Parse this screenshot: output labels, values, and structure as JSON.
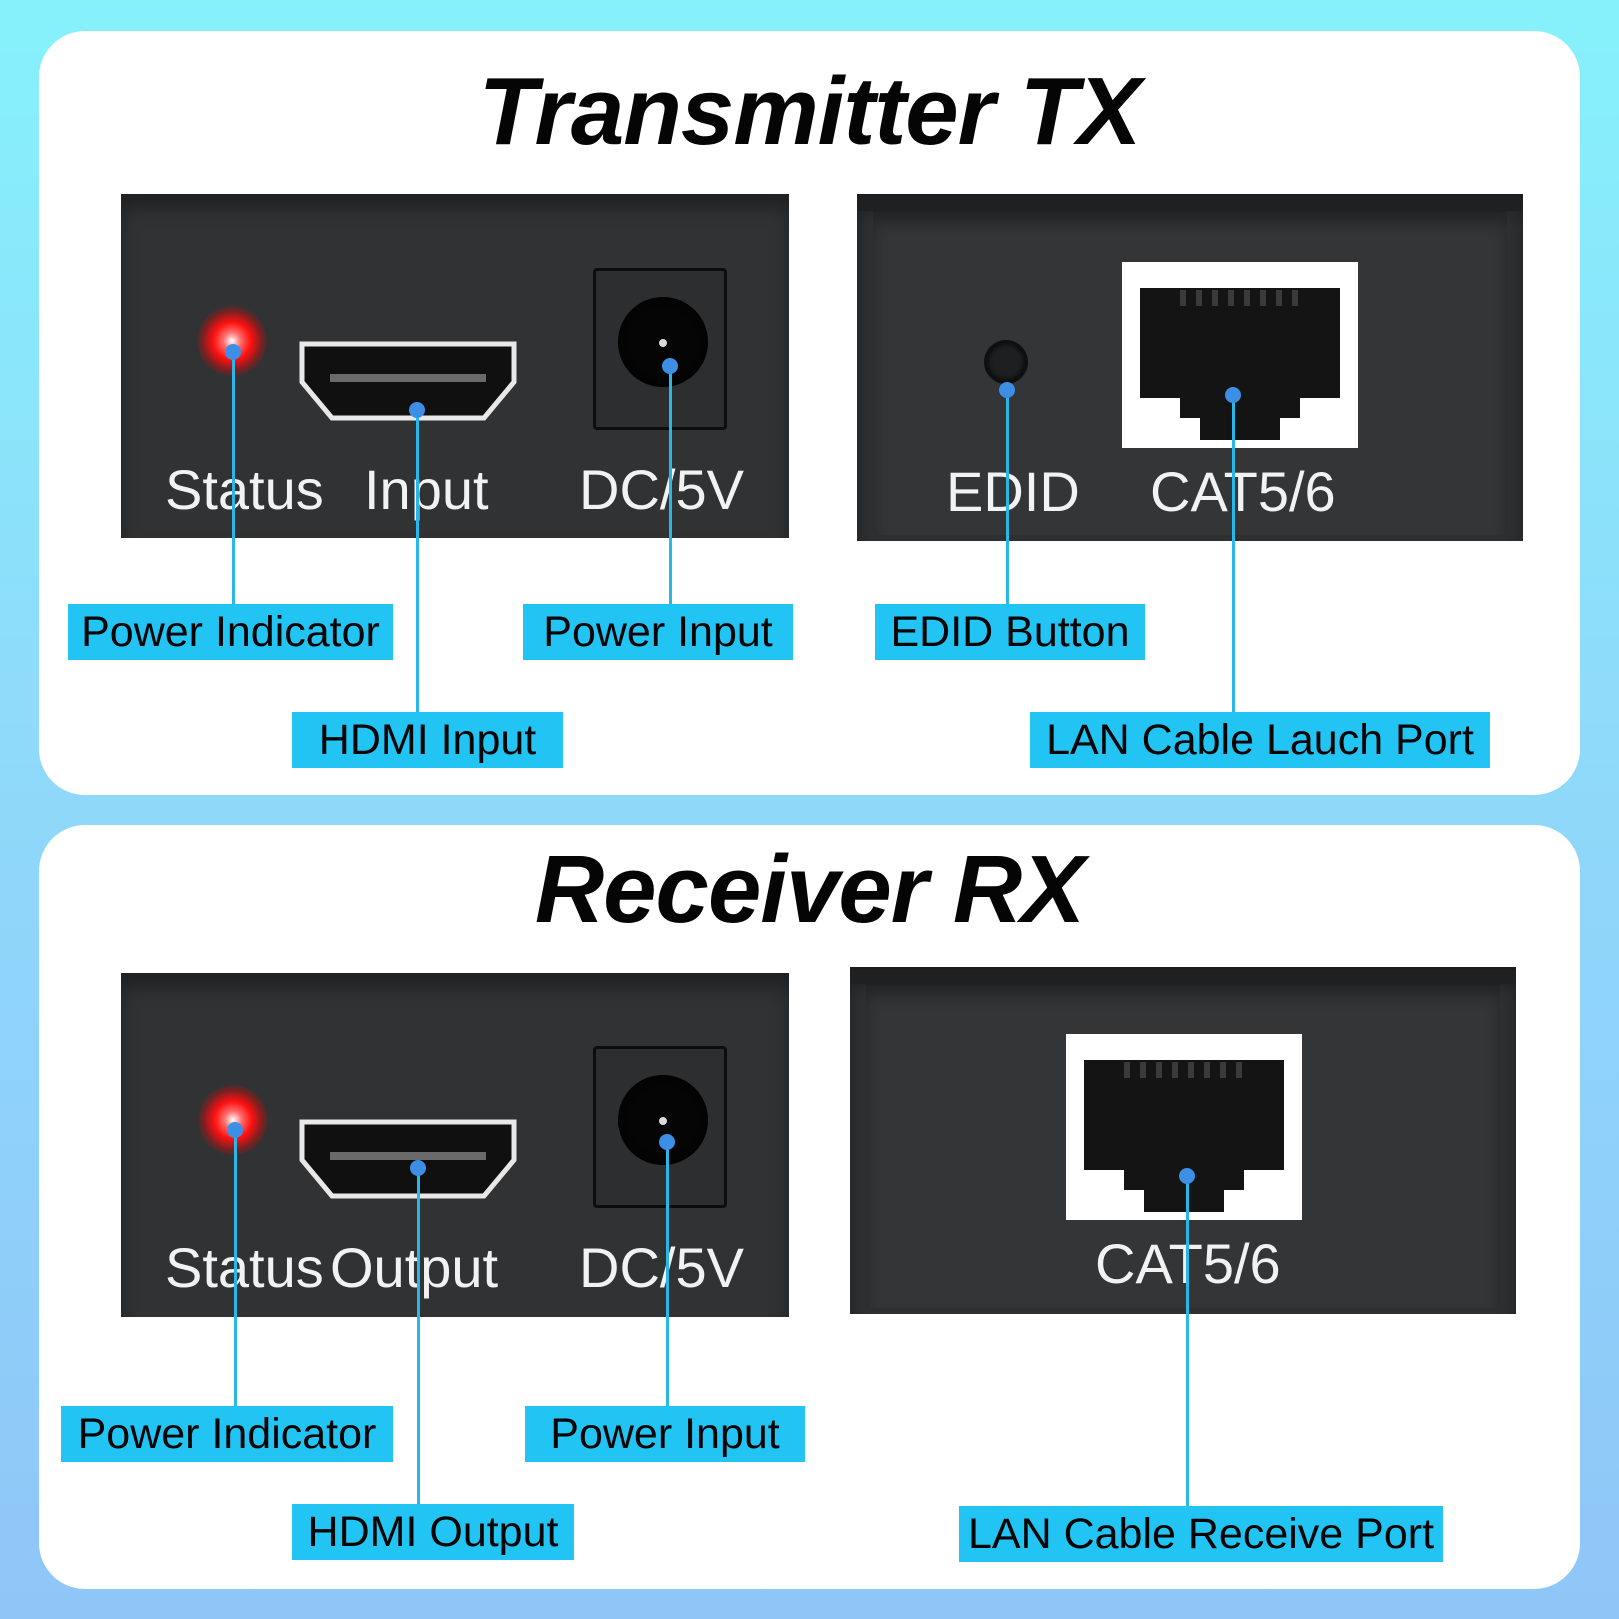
{
  "transmitter": {
    "title": "Transmitter TX",
    "front_labels": {
      "status": "Status",
      "input": "Input",
      "dc": "DC/5V"
    },
    "back_labels": {
      "edid": "EDID",
      "cat": "CAT5/6"
    },
    "callouts": {
      "power_indicator": "Power Indicator",
      "hdmi_input": "HDMI Input",
      "power_input": "Power Input",
      "edid_button": "EDID Button",
      "lan_port": "LAN Cable Lauch Port"
    }
  },
  "receiver": {
    "title": "Receiver RX",
    "front_labels": {
      "status": "Status",
      "output": "Output",
      "dc": "DC/5V"
    },
    "back_labels": {
      "cat": "CAT5/6"
    },
    "callouts": {
      "power_indicator": "Power Indicator",
      "hdmi_output": "HDMI Output",
      "power_input": "Power Input",
      "lan_port": "LAN Cable Receive Port"
    }
  },
  "colors": {
    "callout_bg": "#22c4f4",
    "leader_line": "#29b7ea",
    "anchor_dot": "#3d8fe6",
    "device_body": "#303234",
    "led": "#ff1010"
  }
}
